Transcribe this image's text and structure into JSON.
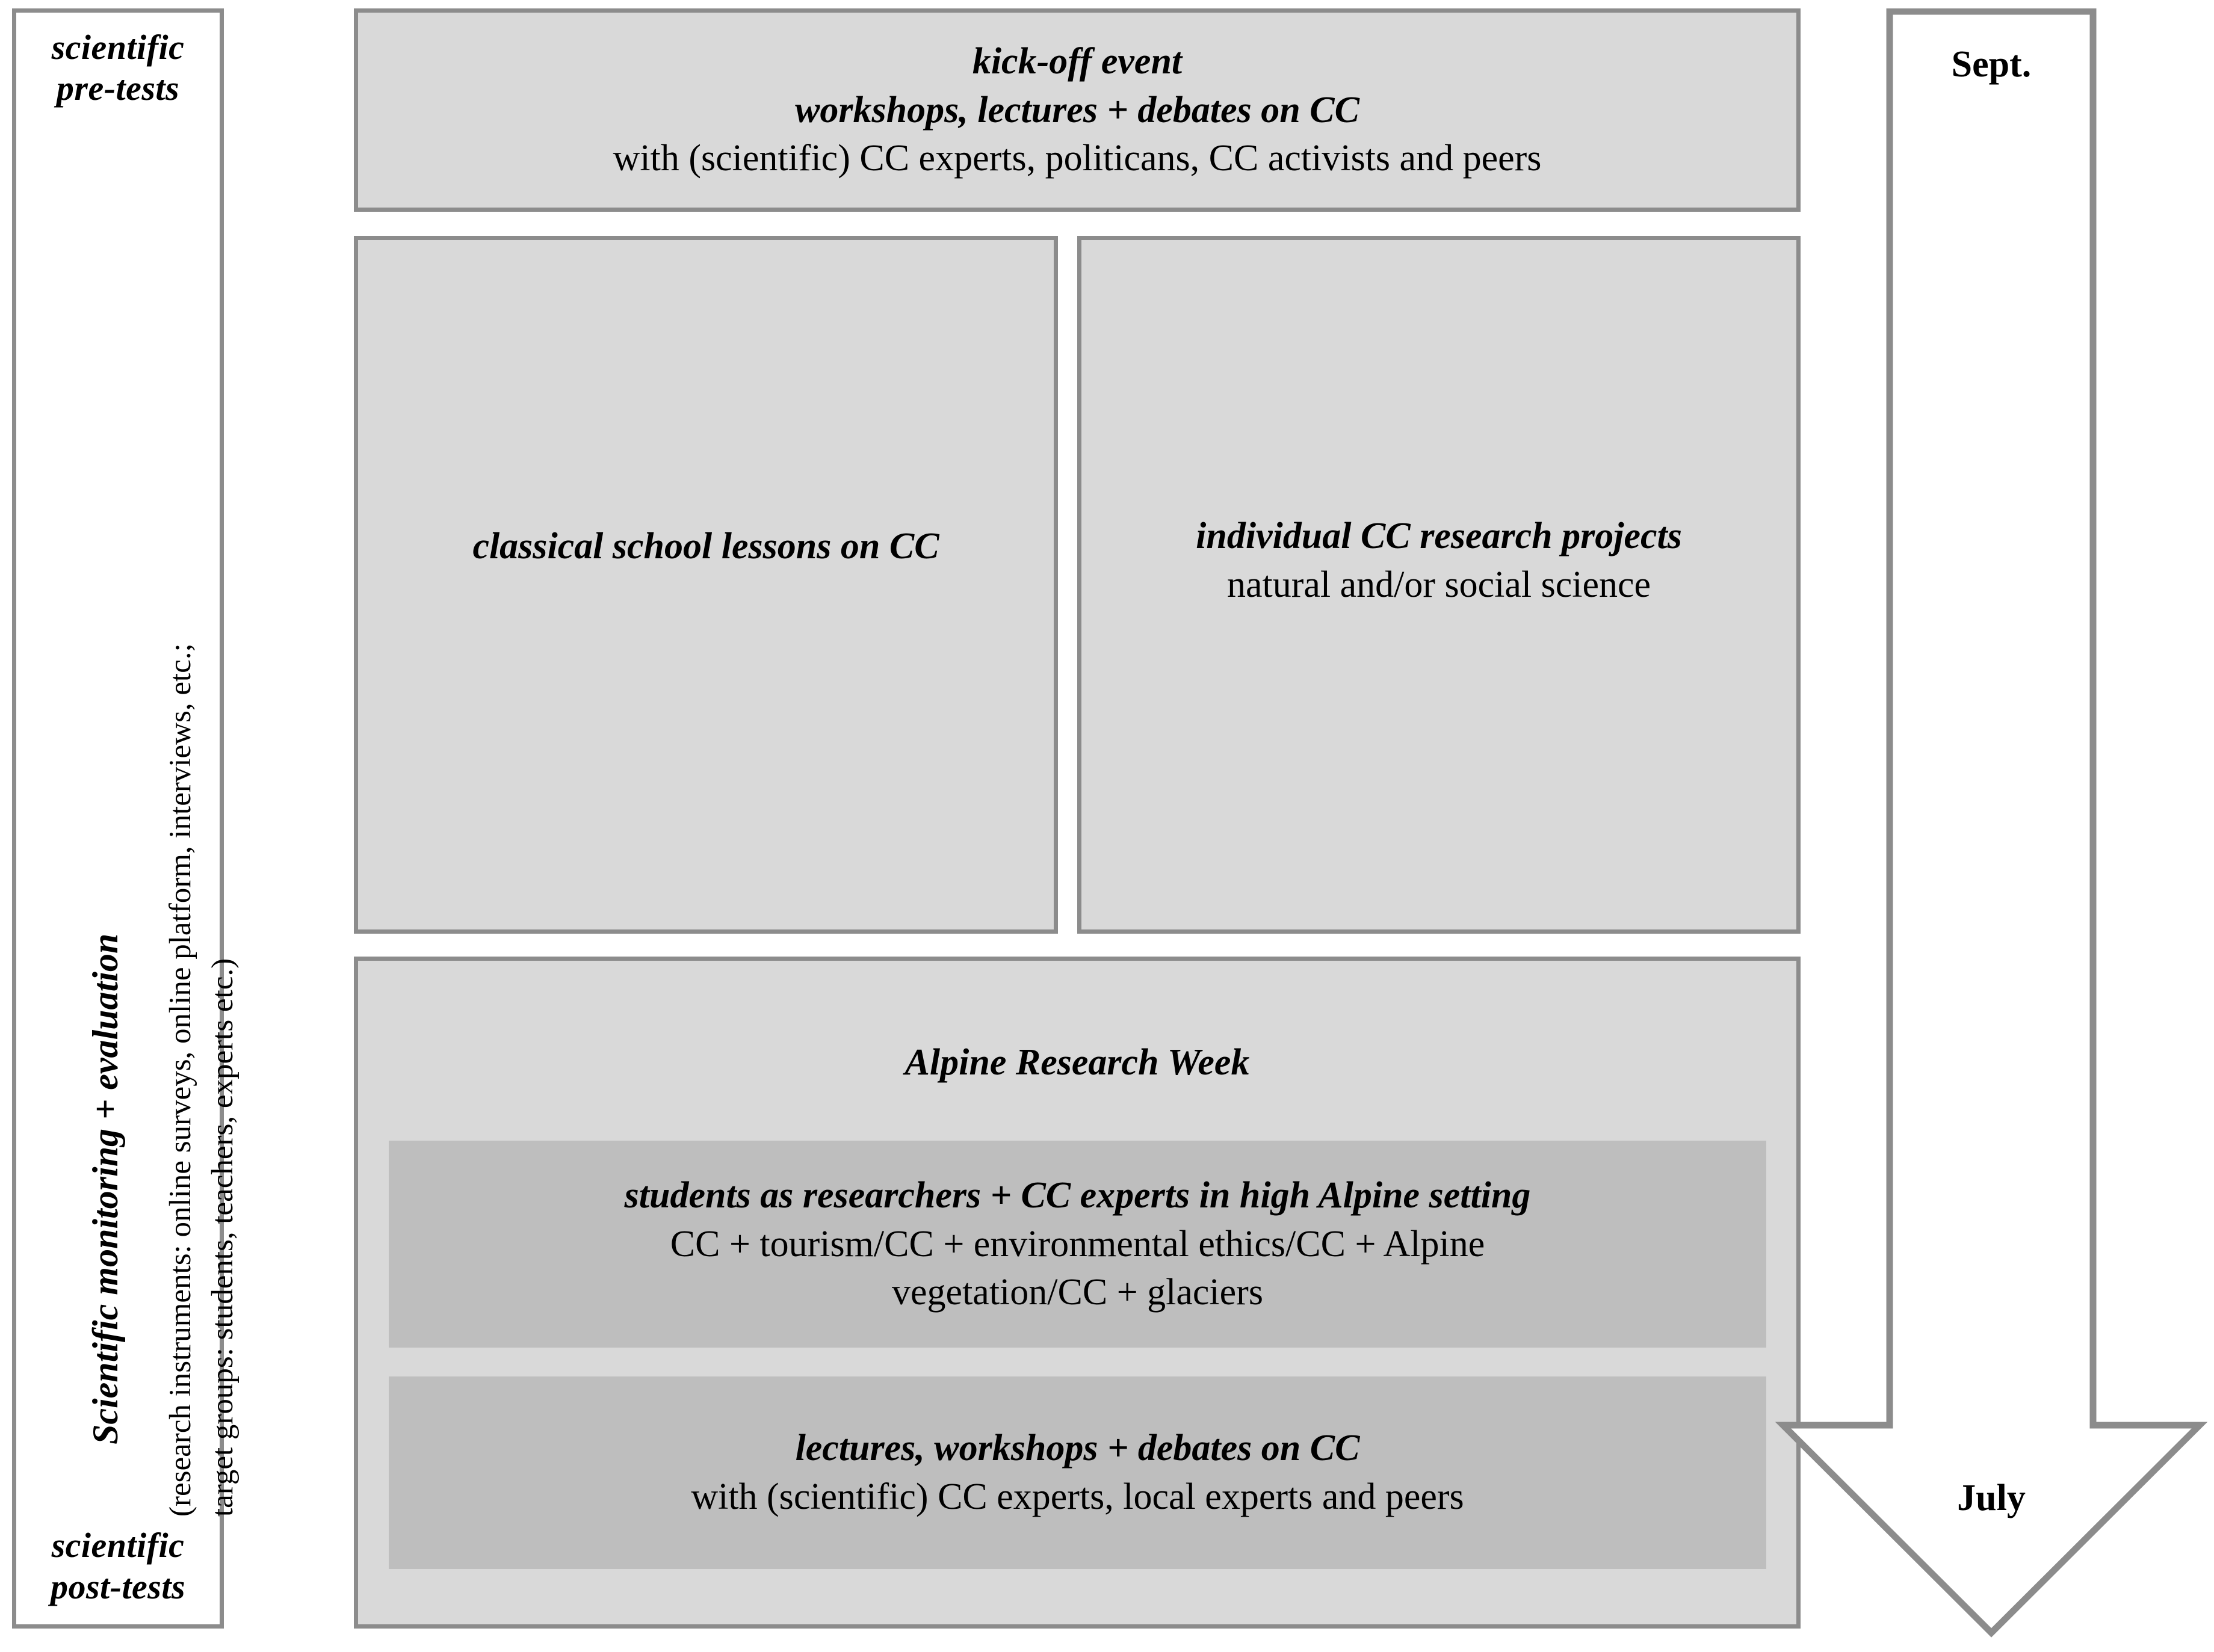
{
  "sidebar": {
    "top_label_line1": "scientific",
    "top_label_line2": "pre-tests",
    "bottom_label_line1": "scientific",
    "bottom_label_line2": "post-tests",
    "vertical_main": "Scientific monitoring + evaluation",
    "vertical_sub_line1": "(research instruments: online surveys, online platform, interviews, etc.;",
    "vertical_sub_line2": "target groups: students, teachers, experts etc.)"
  },
  "main": {
    "kickoff": {
      "line1": "kick-off event",
      "line2": "workshops, lectures + debates on CC",
      "line3": "with (scientific) CC experts, politicans, CC activists and peers"
    },
    "classical": {
      "label": "classical school lessons on CC"
    },
    "individual": {
      "line1": "individual CC research projects",
      "line2": "natural and/or social science"
    },
    "alpine": {
      "title": "Alpine Research Week",
      "students": {
        "line1": "students as researchers + CC experts in high Alpine setting",
        "line2": "CC + tourism/CC + environmental ethics/CC + Alpine",
        "line3": "vegetation/CC + glaciers"
      },
      "lectures": {
        "line1": "lectures, workshops + debates on CC",
        "line2": "with (scientific) CC experts, local experts and peers"
      }
    }
  },
  "timeline": {
    "start_label": "Sept.",
    "end_label": "July",
    "direction": "down"
  },
  "colors": {
    "box_fill": "#d9d9d9",
    "inner_fill": "#bebebe",
    "border": "#8c8c8c",
    "page_background": "#ffffff",
    "text": "#000000"
  }
}
